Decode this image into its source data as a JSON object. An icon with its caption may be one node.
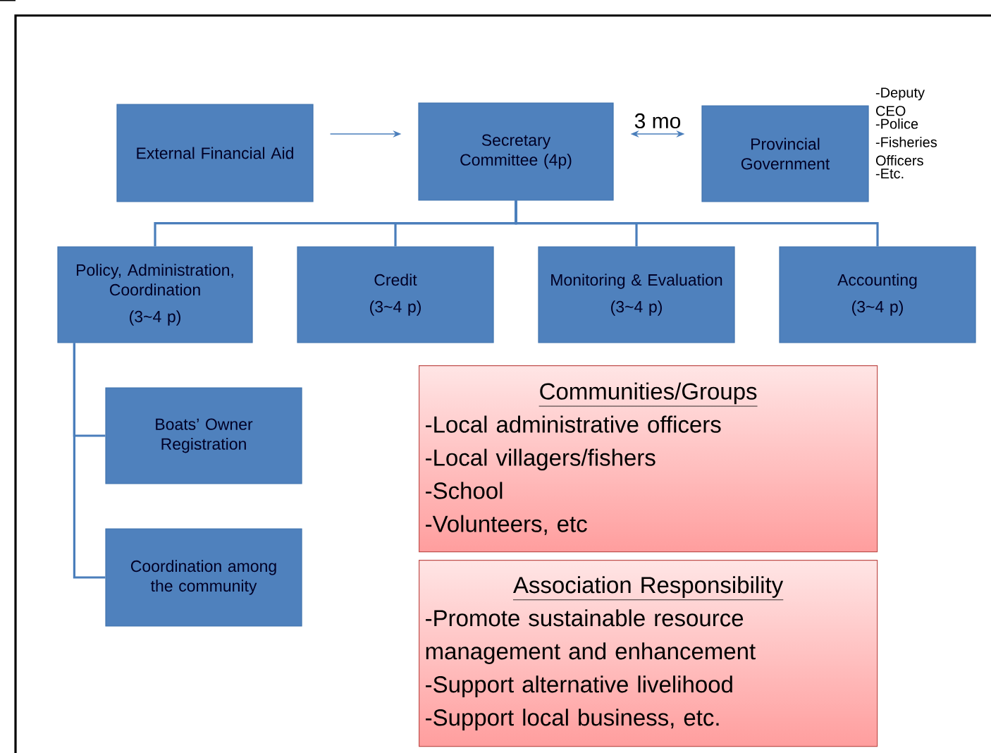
{
  "diagram": {
    "nodes": [
      {
        "text": [
          "External Financial Aid"
        ]
      },
      {
        "text": [
          "Secretary Committee (4p)"
        ]
      },
      {
        "text": [
          "Provincial Government"
        ],
        "beside": [
          "-Deputy CEO",
          "-Police",
          "-Fisheries Officers",
          "-Etc."
        ]
      },
      {
        "text": [
          "Policy, Administration, Coordination",
          "(3~4 p)"
        ]
      },
      {
        "text": [
          "Credit",
          "(3~4 p)"
        ]
      },
      {
        "text": [
          "Monitoring & Evaluation",
          "(3~4 p)"
        ]
      },
      {
        "text": [
          "Accounting",
          "(3~4 p)"
        ]
      },
      {
        "text": [
          "Boats’ Owner Registration"
        ]
      },
      {
        "text": [
          "Coordination among the community"
        ]
      },
      {
        "text": [
          "Communities/Groups",
          "-Local administrative officers",
          "-Local villagers/fishers",
          "-School",
          "-Volunteers, etc"
        ]
      },
      {
        "text": [
          "Association Responsibility",
          "-Promote sustainable resource management and enhancement",
          "-Support alternative livelihood",
          "-Support local business, etc."
        ]
      }
    ],
    "edges": [
      {
        "from": 0,
        "to": 1,
        "arrow": "to"
      },
      {
        "from": 1,
        "to": 2,
        "arrow": "both",
        "label": "3 mo"
      },
      {
        "from": 1,
        "to": 3,
        "arrow": "none"
      },
      {
        "from": 1,
        "to": 4,
        "arrow": "none"
      },
      {
        "from": 1,
        "to": 5,
        "arrow": "none"
      },
      {
        "from": 1,
        "to": 6,
        "arrow": "none"
      },
      {
        "from": 3,
        "to": 7,
        "arrow": "none"
      },
      {
        "from": 3,
        "to": 8,
        "arrow": "none"
      }
    ]
  }
}
